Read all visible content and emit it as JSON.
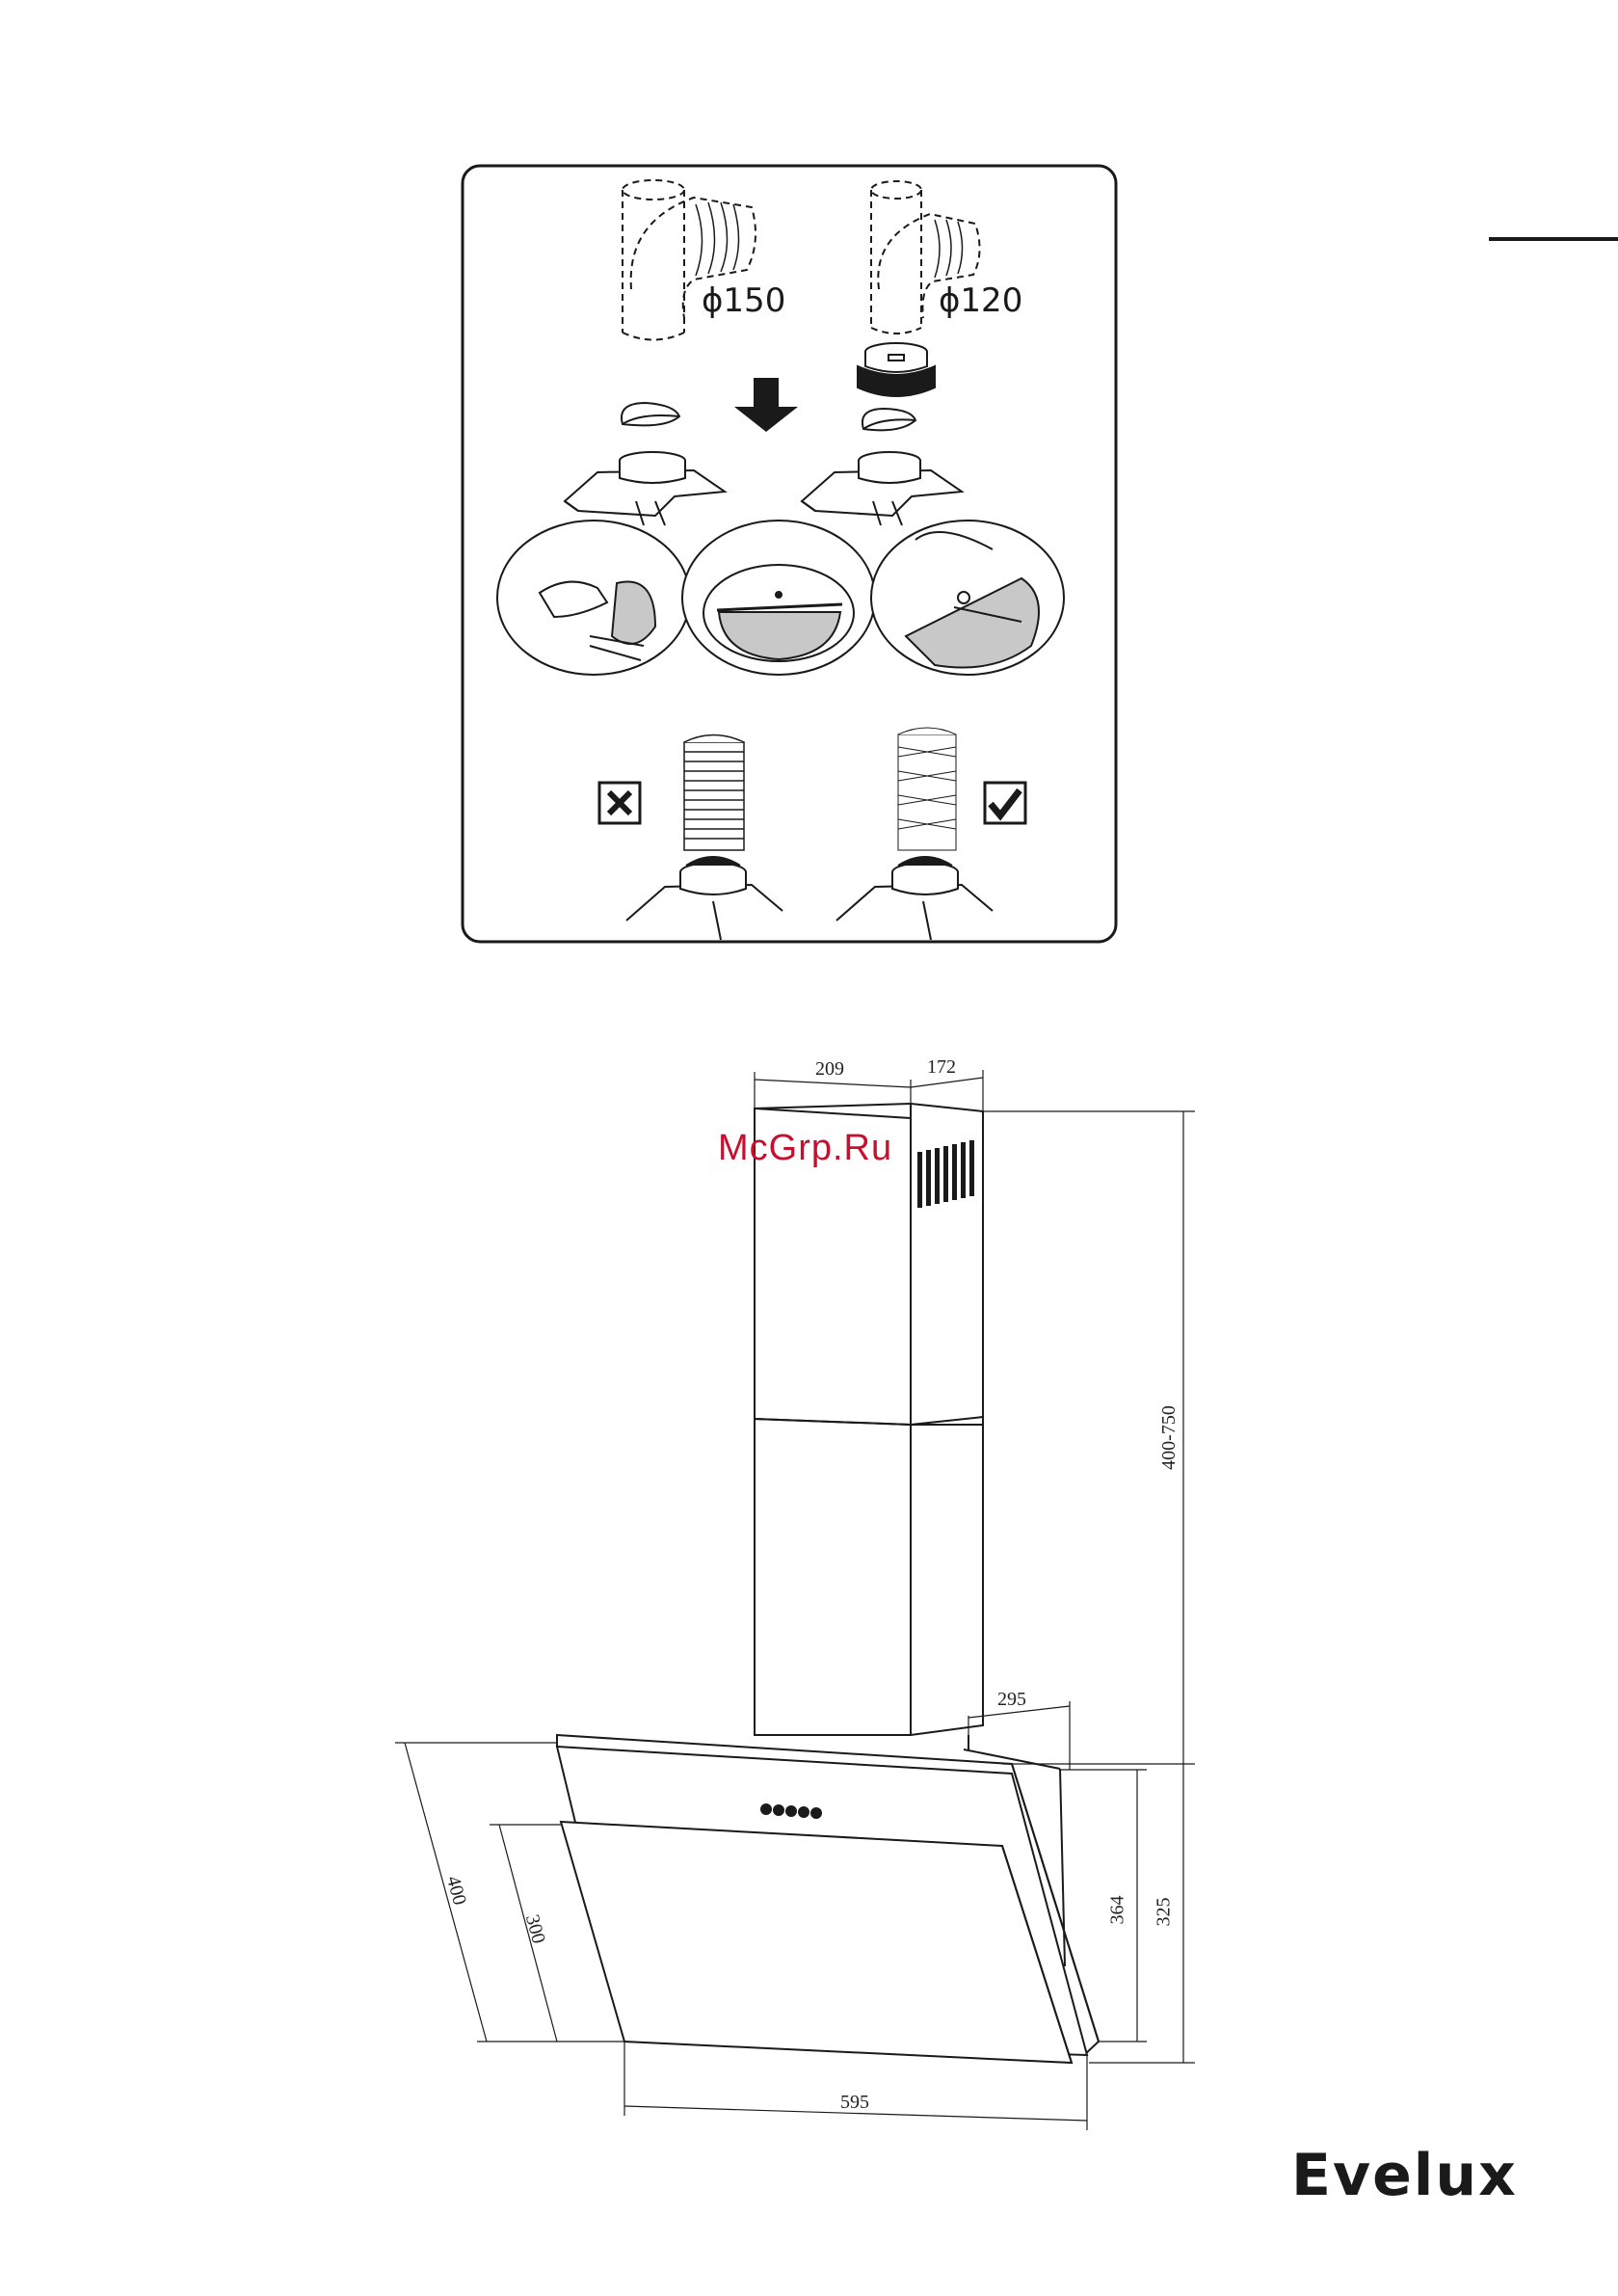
{
  "install_panel": {
    "duct_large_label": "ϕ150",
    "duct_small_label": "ϕ120",
    "wrong_mark_icon": "cross-in-box-icon",
    "right_mark_icon": "check-in-box-icon",
    "arrow_icon": "down-arrow-icon"
  },
  "dimensions": {
    "chimney_width": "209",
    "chimney_depth": "172",
    "chimney_height": "400-750",
    "hood_depth": "295",
    "hood_height_front": "364",
    "hood_height_back": "325",
    "glass_slant_outer": "400",
    "glass_slant_inner": "300",
    "hood_width": "595"
  },
  "watermark": "McGrp.Ru",
  "brand": "Evelux"
}
